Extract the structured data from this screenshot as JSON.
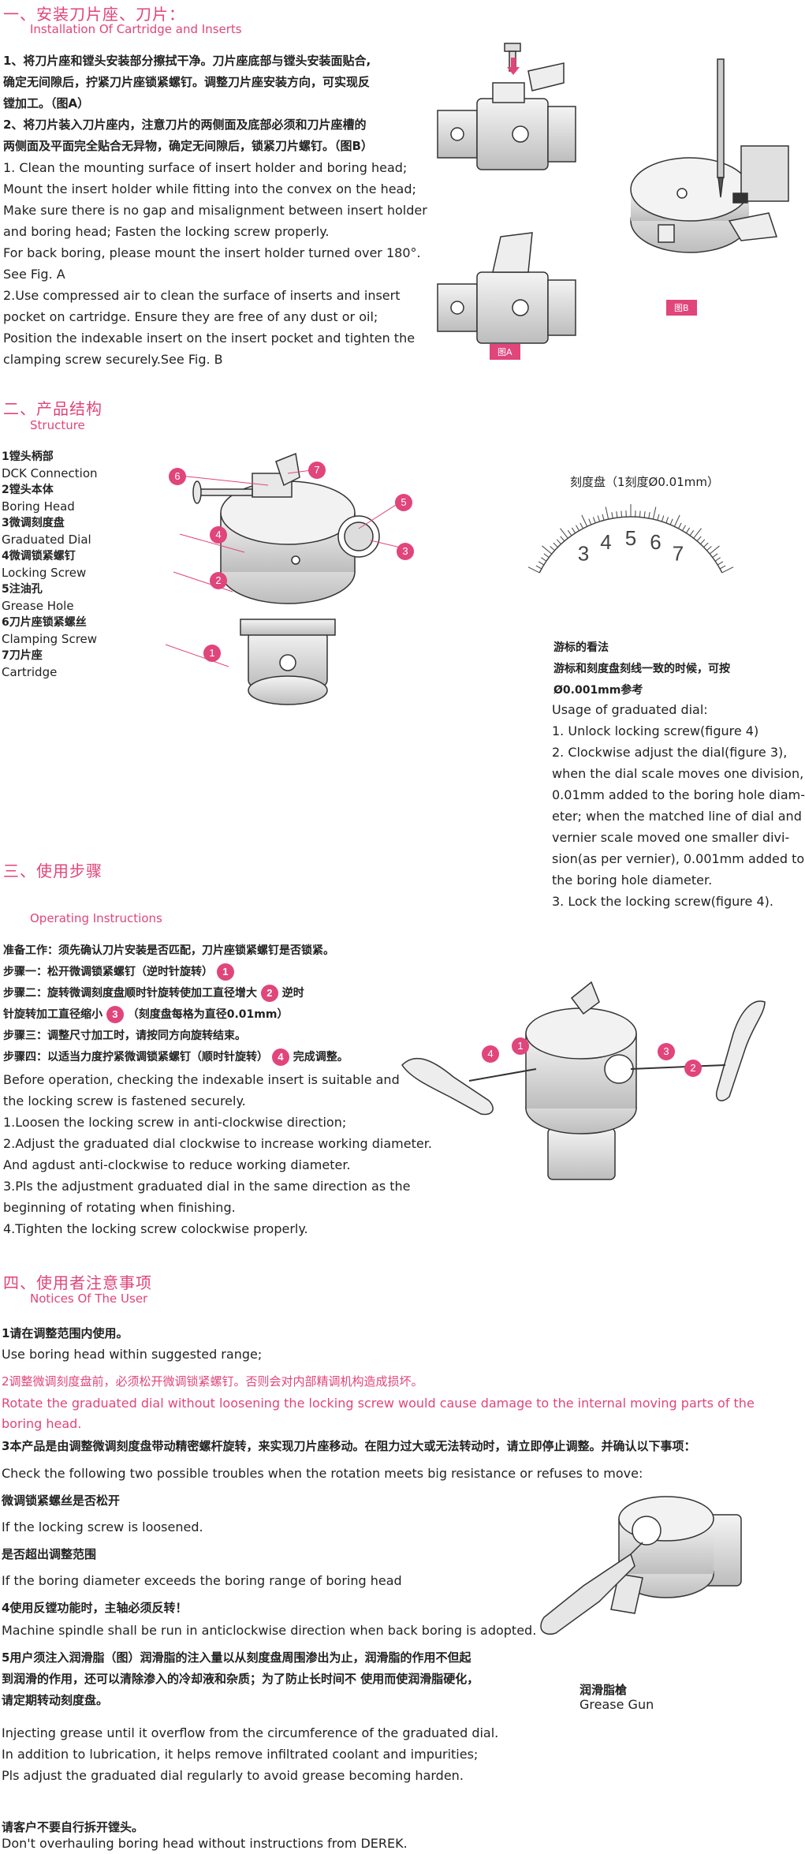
{
  "s1": {
    "title": "一、安装刀片座、刀片：",
    "sub": "Installation Of Cartridge and Inserts",
    "lines": [
      "1、将刀片座和镗头安装部分擦拭干净。刀片座底部与镗头安装面贴合,",
      "确定无间隙后，拧紧刀片座锁紧螺钉。调整刀片座安装方向，可实现反",
      "镗加工。（图A）",
      "2、将刀片装入刀片座内，注意刀片的两侧面及底部必须和刀片座槽的",
      "两侧面及平面完全贴合无异物，确定无间隙后，锁紧刀片螺钉。（图B）",
      "1. Clean the mounting surface of insert holder and boring head;",
      "Mount the insert holder while fitting into the convex on the head;",
      "Make sure there is no gap and misalignment between insert holder",
      "and boring head; Fasten the locking screw properly.",
      "For back boring, please mount the insert holder turned over 180°.",
      "See Fig. A",
      "2.Use compressed air to clean the surface of inserts and insert",
      "pocket on cartridge. Ensure they are free of any dust or oil;",
      "Position the indexable insert on the insert pocket and tighten the",
      "clamping screw securely.See Fig. B"
    ],
    "fig_a": "图A",
    "fig_b": "图B"
  },
  "s2": {
    "title": "二、产品结构",
    "sub": "Structure",
    "parts": [
      {
        "zh": "1镗头柄部",
        "en": "DCK Connection"
      },
      {
        "zh": "2镗头本体",
        "en": "Boring Head"
      },
      {
        "zh": "3微调刻度盘",
        "en": "Graduated Dial"
      },
      {
        "zh": "4微调锁紧螺钉",
        "en": "Locking Screw"
      },
      {
        "zh": "5注油孔",
        "en": "Grease Hole"
      },
      {
        "zh": "6刀片座锁紧螺丝",
        "en": "Clamping Screw"
      },
      {
        "zh": "7刀片座",
        "en": "Cartridge"
      }
    ],
    "callouts": [
      "1",
      "2",
      "3",
      "4",
      "5",
      "6",
      "7"
    ],
    "dial_title": "刻度盘（1刻度Ø0.01mm）",
    "dial_numbers": [
      "3",
      "4",
      "5",
      "6",
      "7"
    ],
    "vernier_zh": [
      "游标的看法",
      "游标和刻度盘刻线一致的时候，可按",
      "Ø0.001mm参考"
    ],
    "vernier_en": [
      "Usage of graduated dial:",
      "1. Unlock locking screw(figure 4)",
      "2. Clockwise adjust the dial(figure 3),",
      "when the  dial scale moves one division,",
      "0.01mm added to the boring hole diam-",
      "eter; when the matched line of dial and",
      "vernier scale moved one smaller divi-",
      "sion(as per vernier), 0.001mm added to",
      "the boring hole diameter.",
      "3. Lock the locking screw(figure 4)."
    ]
  },
  "s3": {
    "title": "三、使用步骤",
    "sub": "Operating Instructions",
    "prep": "准备工作：须先确认刀片安装是否匹配，刀片座锁紧螺钉是否锁紧。",
    "step1": "步骤一：松开微调锁紧螺钉（逆时针旋转）",
    "step2a": "步骤二：旋转微调刻度盘顺时针旋转使加工直径增大",
    "step2b": "逆时",
    "step2c": "针旋转加工直径缩小",
    "step2d": "（刻度盘每格为直径0.01mm）",
    "step3": "步骤三：调整尺寸加工时，请按同方向旋转结束。",
    "step4a": "步骤四：以适当力度拧紧微调锁紧螺钉（顺时针旋转）",
    "step4b": "完成调整。",
    "en": [
      "Before operation, checking the indexable insert is suitable and",
      "the locking screw is fastened securely.",
      "1.Loosen the locking screw in anti-clockwise direction;",
      "2.Adjust the graduated dial clockwise to increase working diameter.",
      "And agdust anti-clockwise to reduce working diameter.",
      "3.Pls the adjustment  graduated dial in the same direction as the",
      "beginning of rotating when finishing.",
      "4.Tighten the locking screw colockwise properly."
    ],
    "badges": [
      "1",
      "2",
      "3",
      "4"
    ]
  },
  "s4": {
    "title": "四、使用者注意事项",
    "sub": "Notices Of The User",
    "n1_zh": "1请在调整范围内使用。",
    "n1_en": "Use boring head within suggested range;",
    "n2_zh": "2调整微调刻度盘前，必须松开微调锁紧螺钉。否则会对内部精调机构造成损坏。",
    "n2_en": "Rotate the graduated dial without loosening the locking screw would cause damage to the internal moving parts of the boring head.",
    "n3_zh": "3本产品是由调整微调刻度盘带动精密螺杆旋转，来实现刀片座移动。在阻力过大或无法转动时，请立即停止调整。并确认以下事项：",
    "n3_en": "Check the following two possible troubles when the rotation meets big resistance or refuses to move:",
    "n3a_zh": "微调锁紧螺丝是否松开",
    "n3a_en": "If the locking screw is loosened.",
    "n3b_zh": "是否超出调整范围",
    "n3b_en": "If the boring diameter exceeds the boring range of boring head",
    "n4_zh": "4使用反镗功能时，主轴必须反转！",
    "n4_en": "Machine spindle shall be run in anticlockwise direction when back boring is adopted.",
    "n5_zh": [
      "5用户须注入润滑脂（图）润滑脂的注入量以从刻度盘周围渗出为止，润滑脂的作用不但起",
      "到润滑的作用，还可以清除渗入的冷却液和杂质；为了防止长时间不 使用而使润滑脂硬化，",
      "请定期转动刻度盘。"
    ],
    "n5_en": [
      "Injecting grease until it overflow from the circumference of the graduated dial.",
      "In addition to lubrication, it helps remove infiltrated coolant and impurities;",
      "Pls adjust the graduated dial regularly to avoid grease becoming harden."
    ],
    "grease_zh": "润滑脂槍",
    "grease_en": "Grease Gun",
    "final_zh": "请客户不要自行拆开镗头。",
    "final_en": "Don't overhauling boring head without instructions from DEREK."
  }
}
